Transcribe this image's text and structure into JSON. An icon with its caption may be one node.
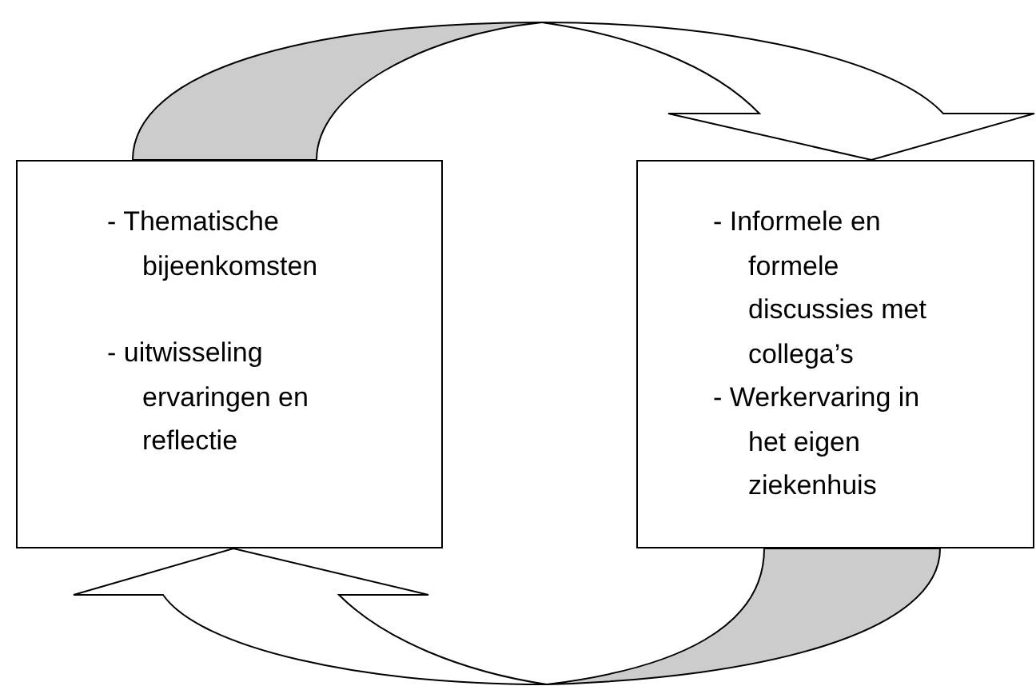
{
  "diagram": {
    "nodes": [
      {
        "text": [
          "- Thematische bijeenkomsten",
          "- uitwisseling ervaringen en reflectie"
        ]
      },
      {
        "text": [
          "- Informele en formele discussies met collega’s",
          "- Werkervaring in het eigen ziekenhuis"
        ]
      }
    ],
    "edges": [
      {
        "from": 0,
        "to": 1,
        "arrow": "to"
      },
      {
        "from": 1,
        "to": 0,
        "arrow": "to"
      }
    ]
  }
}
